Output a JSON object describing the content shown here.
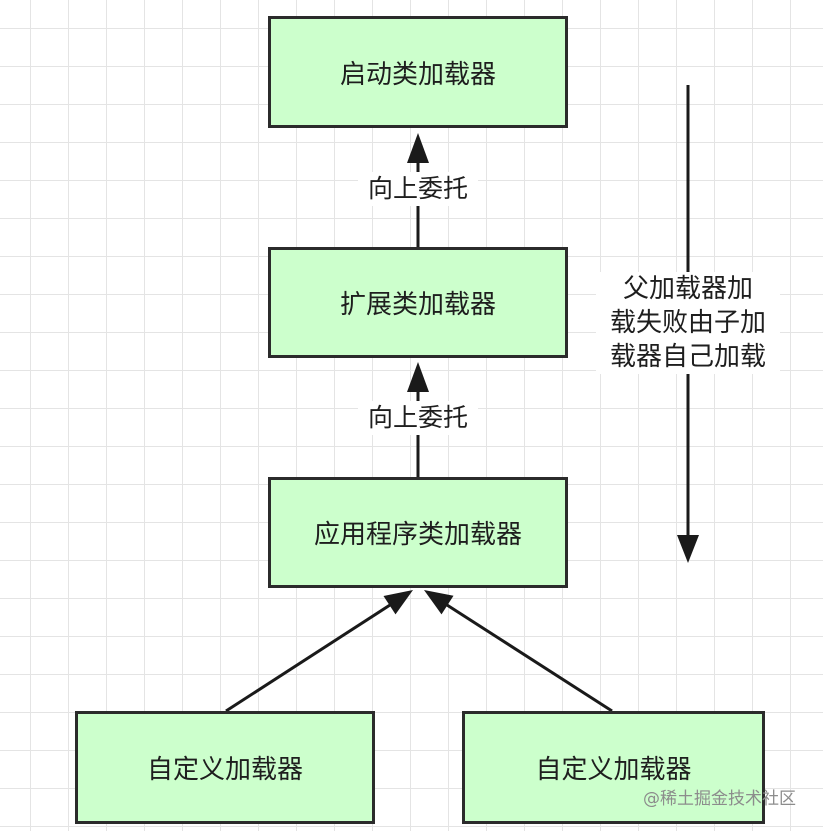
{
  "colors": {
    "box_fill": "#ccffcc",
    "box_border": "#2b2b2b",
    "arrow": "#1a1a1a"
  },
  "nodes": {
    "bootstrap": "启动类加载器",
    "extension": "扩展类加载器",
    "application": "应用程序类加载器",
    "custom_left": "自定义加载器",
    "custom_right": "自定义加载器"
  },
  "edges": {
    "extension_to_bootstrap_label": "向上委托",
    "application_to_extension_label": "向上委托"
  },
  "side_note": {
    "lines": [
      "父加载器加",
      "载失败由子加",
      "载器自己加载"
    ]
  },
  "watermark": "@稀土掘金技术社区"
}
